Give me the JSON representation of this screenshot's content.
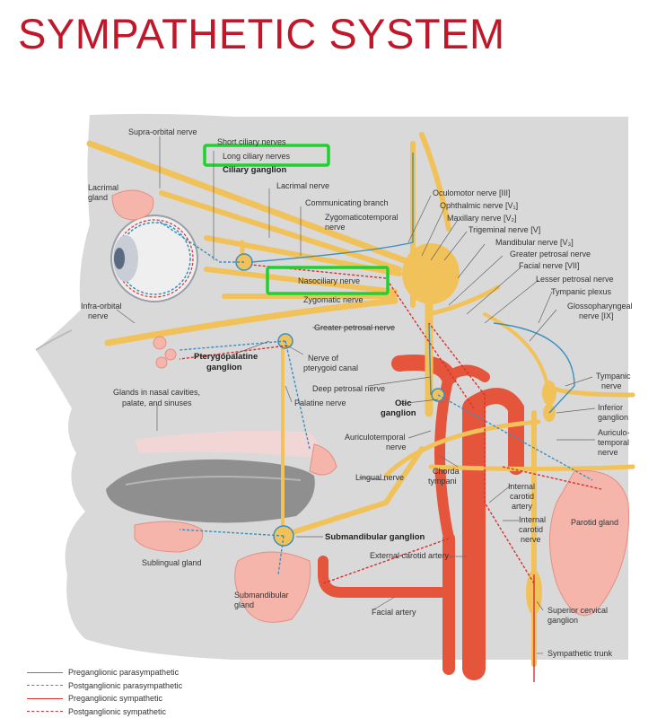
{
  "title": "SYMPATHETIC SYSTEM",
  "colors": {
    "title": "#c0182a",
    "parasympathetic": "#3a8fbf",
    "sympathetic": "#d63030",
    "nerve": "#f2c25a",
    "gland": "#f5b5aa",
    "artery": "#e4553c",
    "highlight": "#1fd12f"
  },
  "labels": {
    "supra_orbital": "Supra-orbital nerve",
    "short_ciliary": "Short ciliary nerves",
    "long_ciliary": "Long ciliary nerves",
    "ciliary_ganglion": "Ciliary ganglion",
    "lacrimal_gland": "Lacrimal",
    "lacrimal_gland_2": "gland",
    "lacrimal_nerve": "Lacrimal nerve",
    "communicating_branch": "Communicating branch",
    "zygomaticotemporal": "Zygomaticotemporal",
    "zygomaticotemporal_2": "nerve",
    "oculomotor": "Oculomotor nerve [III]",
    "ophthalmic": "Ophthalmic nerve [V₁]",
    "maxillary": "Maxillary nerve [V₂]",
    "trigeminal": "Trigeminal nerve [V]",
    "mandibular": "Mandibular nerve [V₃]",
    "greater_petrosal_r": "Greater petrosal nerve",
    "facial_nerve": "Facial nerve [VII]",
    "nasociliary": "Nasociliary nerve",
    "lesser_petrosal": "Lesser petrosal nerve",
    "tympanic_plexus": "Tympanic plexus",
    "zygomatic": "Zygomatic nerve",
    "glossopharyngeal": "Glossopharyngeal",
    "glossopharyngeal_2": "nerve [IX]",
    "infra_orbital": "Infra-orbital",
    "infra_orbital_2": "nerve",
    "greater_petrosal": "Greater petrosal nerve",
    "pterygopalatine": "Pterygopalatine",
    "pterygopalatine_2": "ganglion",
    "pterygoid_canal": "Nerve of",
    "pterygoid_canal_2": "pterygoid canal",
    "tympanic_nerve": "Tympanic",
    "tympanic_nerve_2": "nerve",
    "deep_petrosal": "Deep petrosal nerve",
    "glands_nasal": "Glands in nasal cavities,",
    "glands_nasal_2": "palate, and sinuses",
    "palatine": "Palatine nerve",
    "otic": "Otic",
    "otic_2": "ganglion",
    "inferior_ganglion": "Inferior",
    "inferior_ganglion_2": "ganglion",
    "auriculotemporal_l": "Auriculotemporal",
    "auriculotemporal_l_2": "nerve",
    "auriculotemporal_r": "Auriculo-",
    "auriculotemporal_r_2": "temporal",
    "auriculotemporal_r_3": "nerve",
    "lingual": "Lingual nerve",
    "chorda": "Chorda",
    "chorda_2": "tympani",
    "internal_carotid": "Internal",
    "internal_carotid_2": "carotid",
    "internal_carotid_3": "artery",
    "internal_carotid_nerve": "Internal",
    "internal_carotid_nerve_2": "carotid",
    "internal_carotid_nerve_3": "nerve",
    "parotid": "Parotid gland",
    "submandibular_ganglion": "Submandibular ganglion",
    "sublingual": "Sublingual gland",
    "external_carotid": "External carotid artery",
    "submandibular_gland": "Submandibular",
    "submandibular_gland_2": "gland",
    "facial_artery": "Facial artery",
    "superior_cervical": "Superior cervical",
    "superior_cervical_2": "ganglion",
    "sympathetic_trunk": "Sympathetic trunk"
  },
  "legend": [
    {
      "label": "Preganglionic parasympathetic",
      "color": "#3a8fbf",
      "style": "solid"
    },
    {
      "label": "Postganglionic parasympathetic",
      "color": "#3a8fbf",
      "style": "dashed"
    },
    {
      "label": "Preganglionic sympathetic",
      "color": "#d63030",
      "style": "solid"
    },
    {
      "label": "Postganglionic sympathetic",
      "color": "#d63030",
      "style": "dashed"
    }
  ]
}
